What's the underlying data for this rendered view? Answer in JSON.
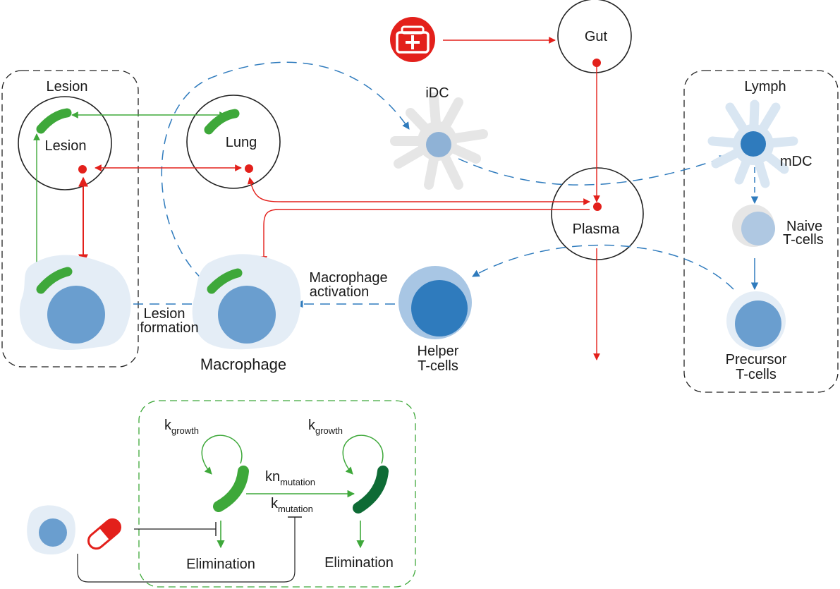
{
  "labels": {
    "lesion_box_title": "Lesion",
    "lesion_circle": "Lesion",
    "lung": "Lung",
    "gut": "Gut",
    "idc": "iDC",
    "plasma": "Plasma",
    "lymph": "Lymph",
    "mdc": "mDC",
    "naive_line1": "Naive",
    "naive_line2": "T-cells",
    "precursor_line1": "Precursor",
    "precursor_line2": "T-cells",
    "helper_line1": "Helper",
    "helper_line2": "T-cells",
    "macrophage": "Macrophage",
    "mac_activation_line1": "Macrophage",
    "mac_activation_line2": "activation",
    "lesion_formation_line1": "Lesion",
    "lesion_formation_line2": "formation",
    "k_growth_k": "k",
    "k_growth_sub": "growth",
    "kn_mutation_k": "kn",
    "kn_mutation_sub": "mutation",
    "k_mutation_k": "k",
    "k_mutation_sub": "mutation",
    "elimination": "Elimination"
  },
  "icons": [
    "medical-bag-icon",
    "pill-icon",
    "bacterium-icon",
    "dendritic-cell-icon",
    "macrophage-icon",
    "t-cell-icon"
  ],
  "colors": {
    "drug_red": "#e3201b",
    "bacteria_green": "#3ea83a",
    "mutant_green": "#0e6b35",
    "immune_blue": "#2f7bbd",
    "cell_light_blue": "#e4edf6",
    "dc_grey": "#e6e6e6"
  }
}
